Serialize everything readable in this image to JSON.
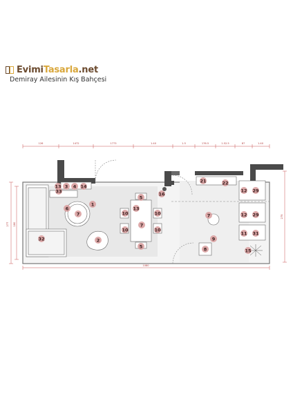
{
  "brand": {
    "name_part1": "Evimi",
    "name_part2": "Tasarla",
    "name_part3": ".net"
  },
  "subtitle": "Demiray Ailesinin Kış Bahçesi",
  "colors": {
    "brand_gold": "#d9a73b",
    "brand_brown": "#6b4a2e",
    "wall": "#4a4a4a",
    "badge": "#d9a0a0",
    "dimension": "#b23b3b"
  },
  "dimensions": {
    "top": [
      "126",
      "1472",
      "1773",
      "1.40",
      "1.5",
      "176.5",
      "1.52.5",
      "87",
      "1.40"
    ],
    "left_outer": "277",
    "left_inner": "180",
    "right": "275",
    "bottom": "1080"
  },
  "labels": [
    {
      "id": "l-13a",
      "text": "13"
    },
    {
      "id": "l-3",
      "text": "3"
    },
    {
      "id": "l-4",
      "text": "4"
    },
    {
      "id": "l-14",
      "text": "14"
    },
    {
      "id": "l-33",
      "text": "33"
    },
    {
      "id": "l-1",
      "text": "1"
    },
    {
      "id": "l-6",
      "text": "6"
    },
    {
      "id": "l-7a",
      "text": "7"
    },
    {
      "id": "l-32",
      "text": "32"
    },
    {
      "id": "l-2",
      "text": "2"
    },
    {
      "id": "l-5a",
      "text": "5"
    },
    {
      "id": "l-13b",
      "text": "13"
    },
    {
      "id": "l-10a",
      "text": "10"
    },
    {
      "id": "l-10b",
      "text": "10"
    },
    {
      "id": "l-7b",
      "text": "7"
    },
    {
      "id": "l-10c",
      "text": "10"
    },
    {
      "id": "l-10d",
      "text": "10"
    },
    {
      "id": "l-5b",
      "text": "5"
    },
    {
      "id": "l-16",
      "text": "16"
    },
    {
      "id": "l-21",
      "text": "21"
    },
    {
      "id": "l-22",
      "text": "22"
    },
    {
      "id": "l-7c",
      "text": "7"
    },
    {
      "id": "l-12a",
      "text": "12"
    },
    {
      "id": "l-29a",
      "text": "29"
    },
    {
      "id": "l-12b",
      "text": "12"
    },
    {
      "id": "l-29b",
      "text": "29"
    },
    {
      "id": "l-11",
      "text": "11"
    },
    {
      "id": "l-31",
      "text": "31"
    },
    {
      "id": "l-9",
      "text": "9"
    },
    {
      "id": "l-8",
      "text": "8"
    },
    {
      "id": "l-15",
      "text": "15"
    }
  ]
}
